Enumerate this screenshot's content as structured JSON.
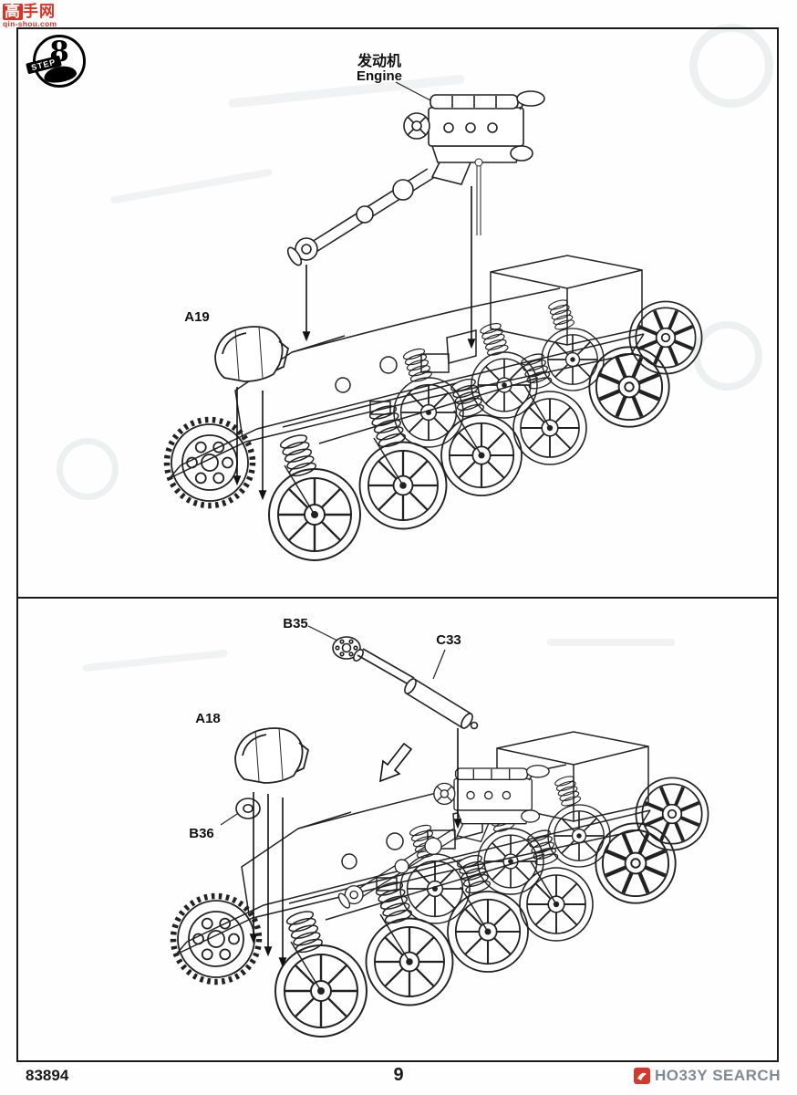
{
  "watermark": {
    "char_boxed": "高",
    "chars_rest": "手网",
    "site_url": "qin-shou.com"
  },
  "step": {
    "label": "STEP",
    "number": "8"
  },
  "diagram_top": {
    "engine_label_cn": "发动机",
    "engine_label_en": "Engine",
    "part_a19": "A19"
  },
  "diagram_bottom": {
    "part_b35": "B35",
    "part_c33": "C33",
    "part_a18": "A18",
    "part_b36": "B36"
  },
  "footer": {
    "kit_number": "83894",
    "page_number": "9",
    "brand_word1": "HO33Y",
    "brand_word2": "SEARCH"
  },
  "colors": {
    "watermark_red": "#e03020",
    "brand_gray": "#7e8a95",
    "logo_red": "#d8352b",
    "line_black": "#1a1a1a"
  }
}
